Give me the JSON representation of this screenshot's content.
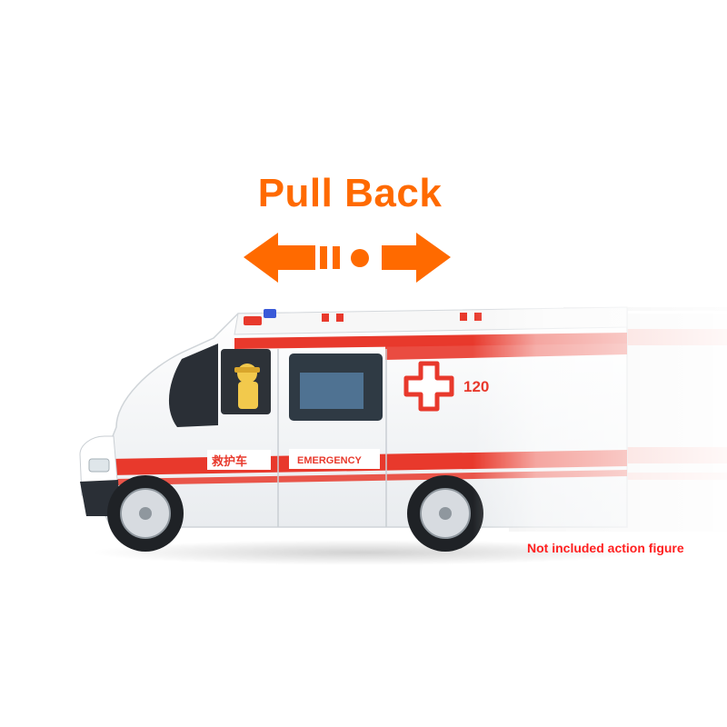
{
  "headline": "Pull Back",
  "vehicle": {
    "side_text_cn": "救护车",
    "side_text_en": "EMERGENCY",
    "number": "120"
  },
  "note": "Not included action figure",
  "colors": {
    "accent": "#ff6a00",
    "stripe": "#e8392c",
    "note": "#ff2020"
  },
  "icons": [
    "arrow-left-icon",
    "arrow-right-icon",
    "cross-icon"
  ]
}
